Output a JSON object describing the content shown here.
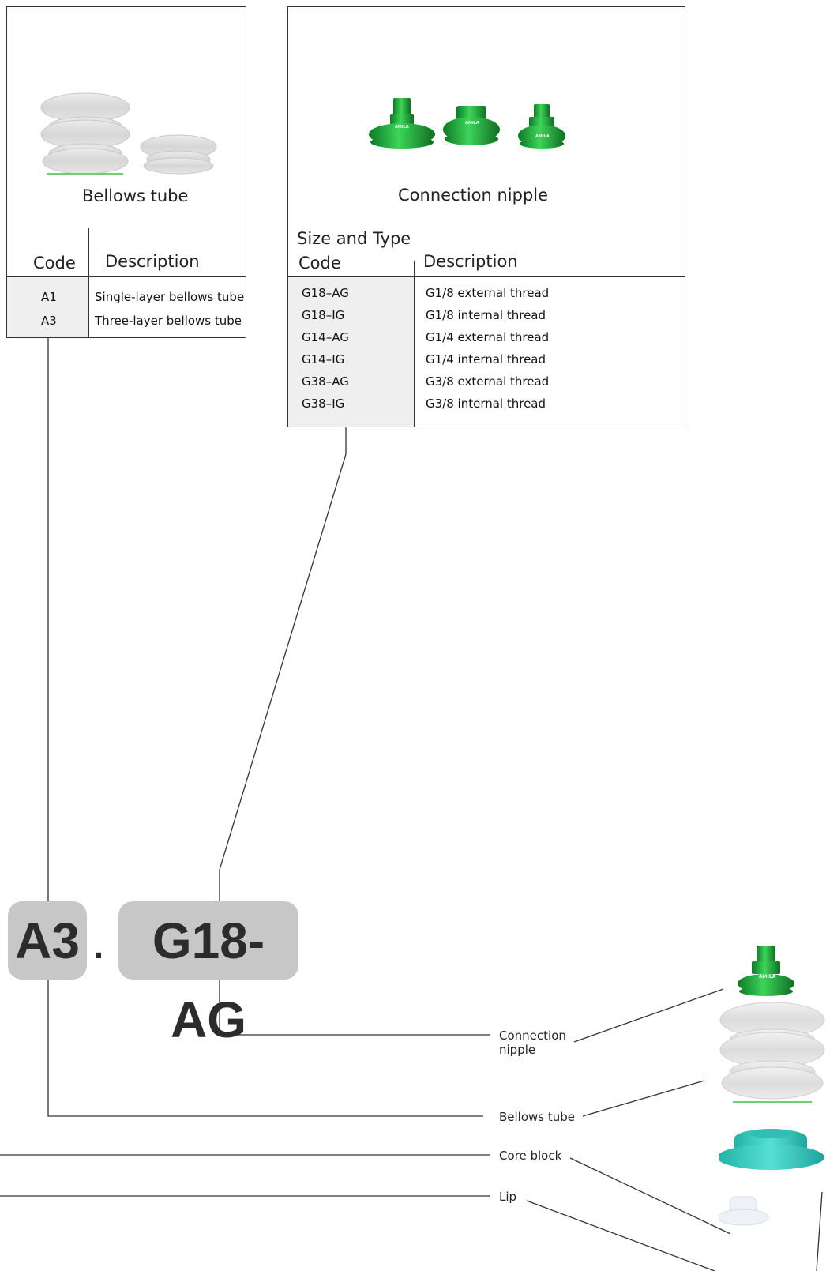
{
  "bellows_table": {
    "title": "Bellows tube",
    "header_code": "Code",
    "header_description": "Description",
    "rows": [
      {
        "code": "A1",
        "description": "Single-layer bellows tube"
      },
      {
        "code": "A3",
        "description": "Three-layer bellows tube"
      }
    ]
  },
  "nipple_table": {
    "title": "Connection nipple",
    "section_label": "Size and Type",
    "header_code": "Code",
    "header_description": "Description",
    "brand_mark": "AMILA",
    "rows": [
      {
        "code": "G18–AG",
        "description": "G1/8 external thread"
      },
      {
        "code": "G18–IG",
        "description": "G1/8 internal thread"
      },
      {
        "code": "G14–AG",
        "description": "G1/4 external thread"
      },
      {
        "code": "G14–IG",
        "description": "G1/4 internal thread"
      },
      {
        "code": "G38–AG",
        "description": "G3/8 external thread"
      },
      {
        "code": "G38–IG",
        "description": "G3/8 internal thread"
      }
    ]
  },
  "part_number": {
    "bellows_code": "A3",
    "separator": ".",
    "nipple_code": "G18-AG"
  },
  "callouts": {
    "connection_nipple_line1": "Connection",
    "connection_nipple_line2": "nipple",
    "bellows_tube": "Bellows tube",
    "core_block": "Core block",
    "lip": "Lip"
  },
  "colors": {
    "nipple_green": "#1fa83a",
    "bellows_white": "#dcdcdc",
    "core_teal": "#3ccfc4",
    "pill_gray": "#c7c7c7"
  }
}
